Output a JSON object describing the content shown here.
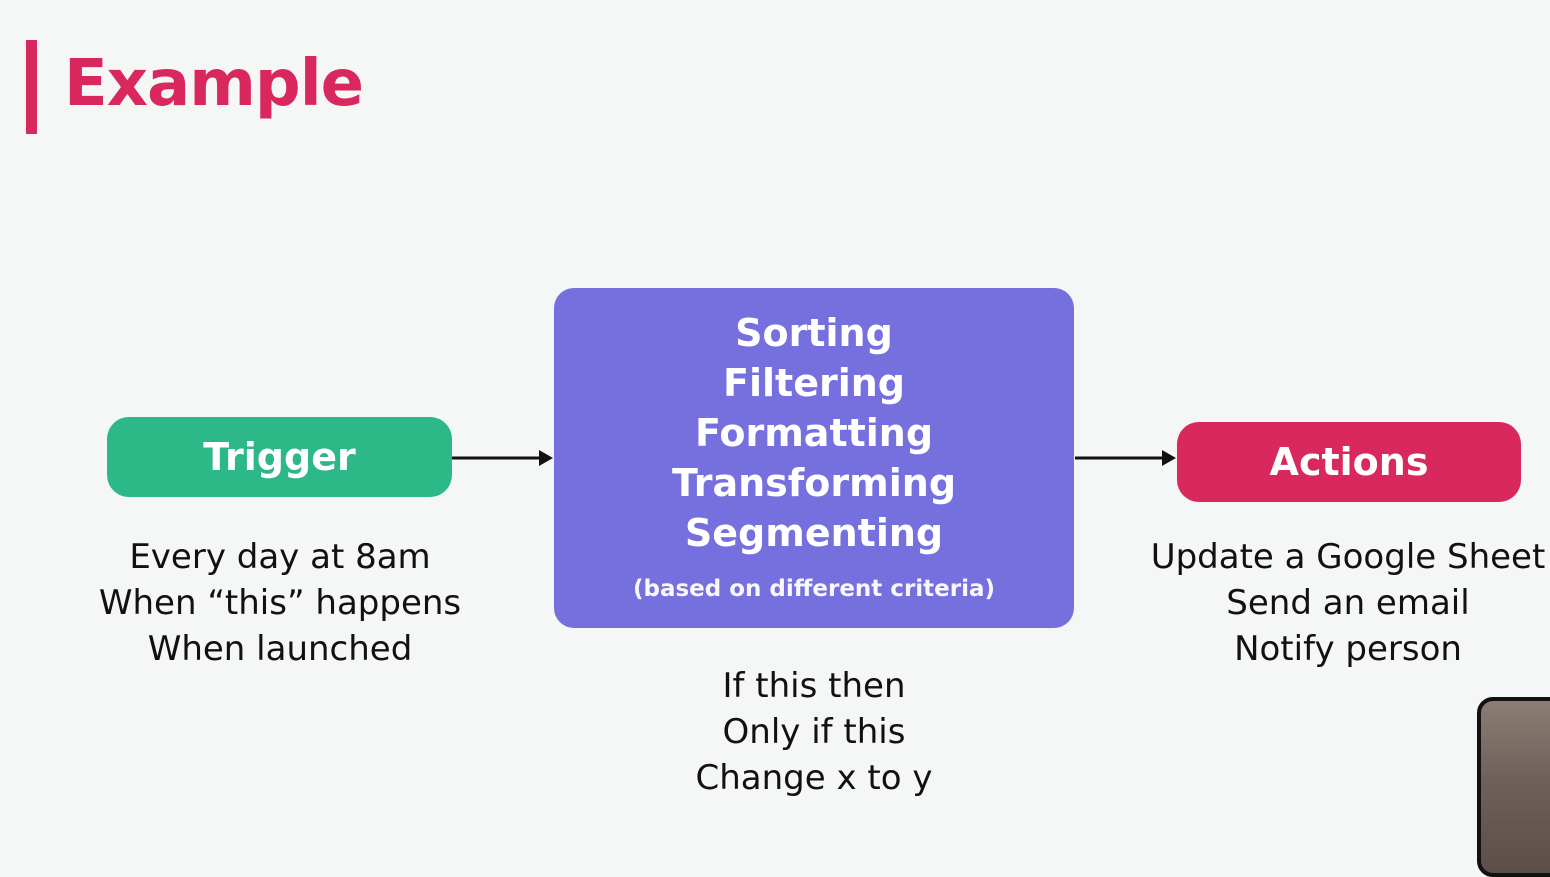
{
  "title": "Example",
  "colors": {
    "accent": "#d8285d",
    "trigger": "#2cb887",
    "process": "#7670df",
    "actions": "#d8285d"
  },
  "trigger": {
    "label": "Trigger",
    "examples": [
      "Every day at 8am",
      "When “this” happens",
      "When launched"
    ]
  },
  "process": {
    "steps": [
      "Sorting",
      "Filtering",
      "Formatting",
      "Transforming",
      "Segmenting"
    ],
    "note": "(based on different criteria)",
    "examples": [
      "If this then",
      "Only if this",
      "Change x to y"
    ]
  },
  "actions": {
    "label": "Actions",
    "examples": [
      "Update a Google Sheet",
      "Send an email",
      "Notify person"
    ]
  }
}
